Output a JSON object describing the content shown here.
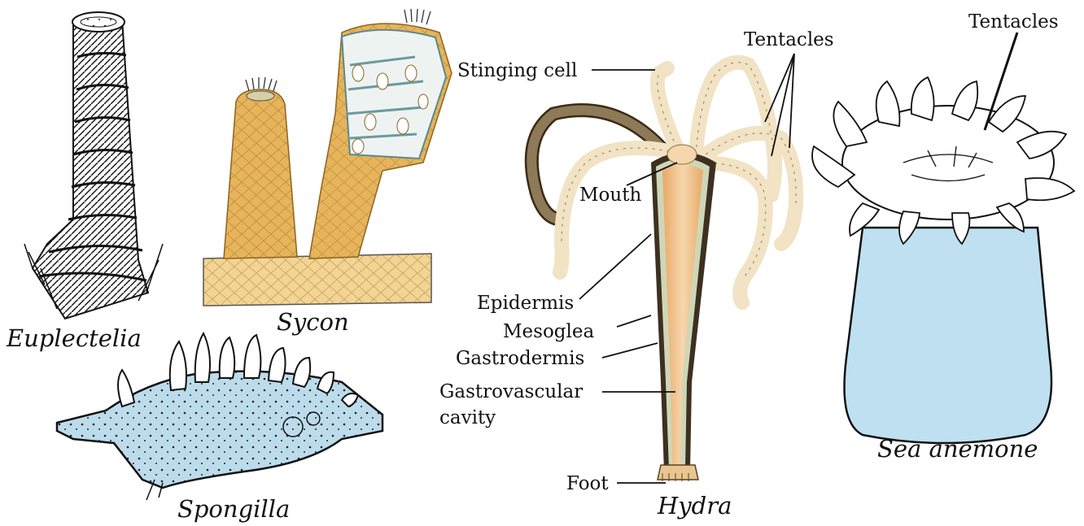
{
  "specimens": {
    "euplectelia": {
      "caption": "Euplectelia"
    },
    "sycon": {
      "caption": "Sycon"
    },
    "spongilla": {
      "caption": "Spongilla"
    },
    "hydra": {
      "caption": "Hydra",
      "labels": {
        "stinging_cell": "Stinging cell",
        "tentacles": "Tentacles",
        "mouth": "Mouth",
        "epidermis": "Epidermis",
        "mesoglea": "Mesoglea",
        "gastrodermis": "Gastrodermis",
        "gastrovascular_line1": "Gastrovascular",
        "gastrovascular_line2": "cavity",
        "foot": "Foot"
      }
    },
    "sea_anemone": {
      "caption": "Sea anemone",
      "labels": {
        "tentacles": "Tentacles"
      }
    }
  },
  "colors": {
    "ink": "#111111",
    "sponge_blue": "#bcdcec",
    "anemone_blue": "#bfe0f1",
    "sycon_tan": "#e8b45a",
    "sycon_light": "#f3d493",
    "hydra_body": "#f2c58d",
    "hydra_tentacle": "#f1e3c4"
  }
}
